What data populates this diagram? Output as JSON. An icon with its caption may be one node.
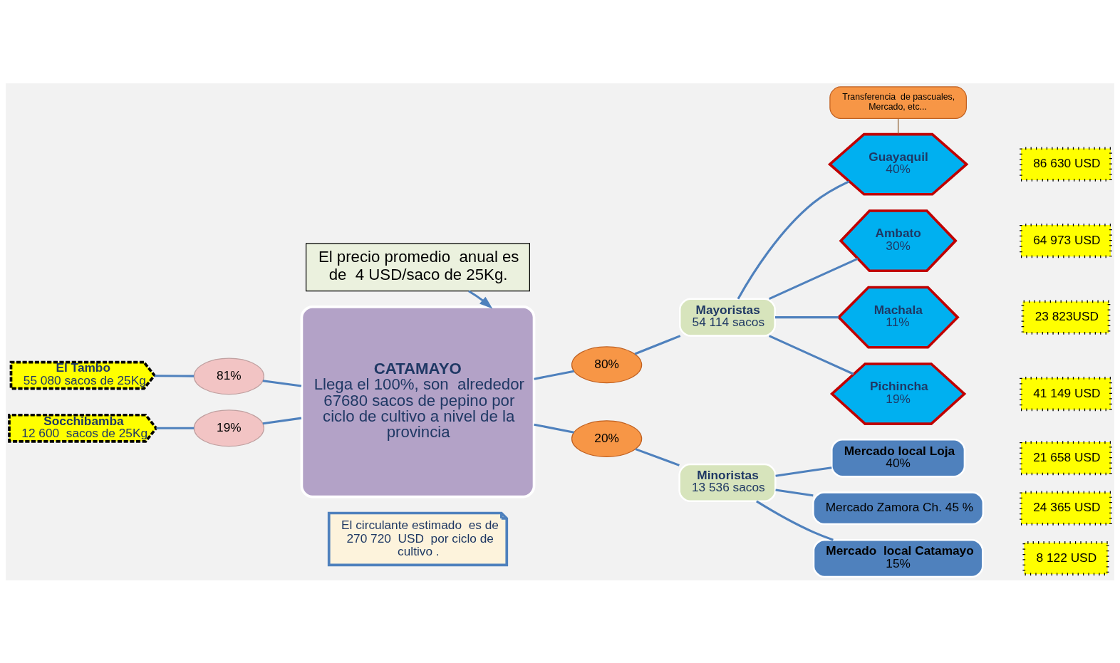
{
  "diagram": {
    "nodes": [
      {
        "text": [
          "El precio promedio  anual es de  4 USD/saco de 25Kg."
        ]
      },
      {
        "text": [
          "El Tambo",
          "55 080 sacos de 25Kg"
        ]
      },
      {
        "text": [
          "81%"
        ]
      },
      {
        "text": [
          "CATAMAYO",
          "Llega el 100%, son  alrededor 67680 sacos de pepino por ciclo de cultivo a nivel de la provincia"
        ]
      },
      {
        "text": [
          "Socchibamba",
          "12 600  sacos de 25Kg"
        ]
      },
      {
        "text": [
          "19%"
        ]
      },
      {
        "text": [
          "El circulante estimado  es de 270 720  USD  por ciclo de cultivo ."
        ]
      },
      {
        "text": [
          "80%"
        ]
      },
      {
        "text": [
          "Mayoristas",
          "54 114 sacos"
        ]
      },
      {
        "text": [
          "Transferencia  de pascuales, Mercado, etc..."
        ]
      },
      {
        "text": [
          "Guayaquil",
          "40%"
        ]
      },
      {
        "text": [
          "86 630 USD"
        ]
      },
      {
        "text": [
          "Ambato",
          "30%"
        ]
      },
      {
        "text": [
          "64 973 USD"
        ]
      },
      {
        "text": [
          "Machala",
          "11%"
        ]
      },
      {
        "text": [
          "23 823USD"
        ]
      },
      {
        "text": [
          "Pichincha",
          "19%"
        ]
      },
      {
        "text": [
          "41 149 USD"
        ]
      },
      {
        "text": [
          "20%"
        ]
      },
      {
        "text": [
          "Minoristas",
          "13 536 sacos"
        ]
      },
      {
        "text": [
          "Mercado local Loja",
          "40%"
        ]
      },
      {
        "text": [
          "21 658 USD"
        ]
      },
      {
        "text": [
          "Mercado Zamora Ch. 45 %"
        ]
      },
      {
        "text": [
          "24 365 USD"
        ]
      },
      {
        "text": [
          "Mercado  local Catamayo",
          "15%"
        ]
      },
      {
        "text": [
          "8 122 USD"
        ]
      }
    ],
    "edges": [
      {
        "from": 0,
        "to": 3,
        "arrow": "to"
      },
      {
        "from": 1,
        "to": 2,
        "arrow": "none"
      },
      {
        "from": 2,
        "to": 3,
        "arrow": "none"
      },
      {
        "from": 4,
        "to": 5,
        "arrow": "none"
      },
      {
        "from": 5,
        "to": 3,
        "arrow": "none"
      },
      {
        "from": 3,
        "to": 7,
        "arrow": "none"
      },
      {
        "from": 7,
        "to": 8,
        "arrow": "none"
      },
      {
        "from": 3,
        "to": 18,
        "arrow": "none"
      },
      {
        "from": 18,
        "to": 19,
        "arrow": "none"
      },
      {
        "from": 8,
        "to": 10,
        "arrow": "none"
      },
      {
        "from": 8,
        "to": 12,
        "arrow": "none"
      },
      {
        "from": 8,
        "to": 14,
        "arrow": "none"
      },
      {
        "from": 8,
        "to": 16,
        "arrow": "none"
      },
      {
        "from": 9,
        "to": 10,
        "arrow": "none",
        "color": "#8b5a2b"
      },
      {
        "from": 19,
        "to": 20,
        "arrow": "none"
      },
      {
        "from": 19,
        "to": 22,
        "arrow": "none"
      },
      {
        "from": 19,
        "to": 24,
        "arrow": "none"
      }
    ]
  }
}
